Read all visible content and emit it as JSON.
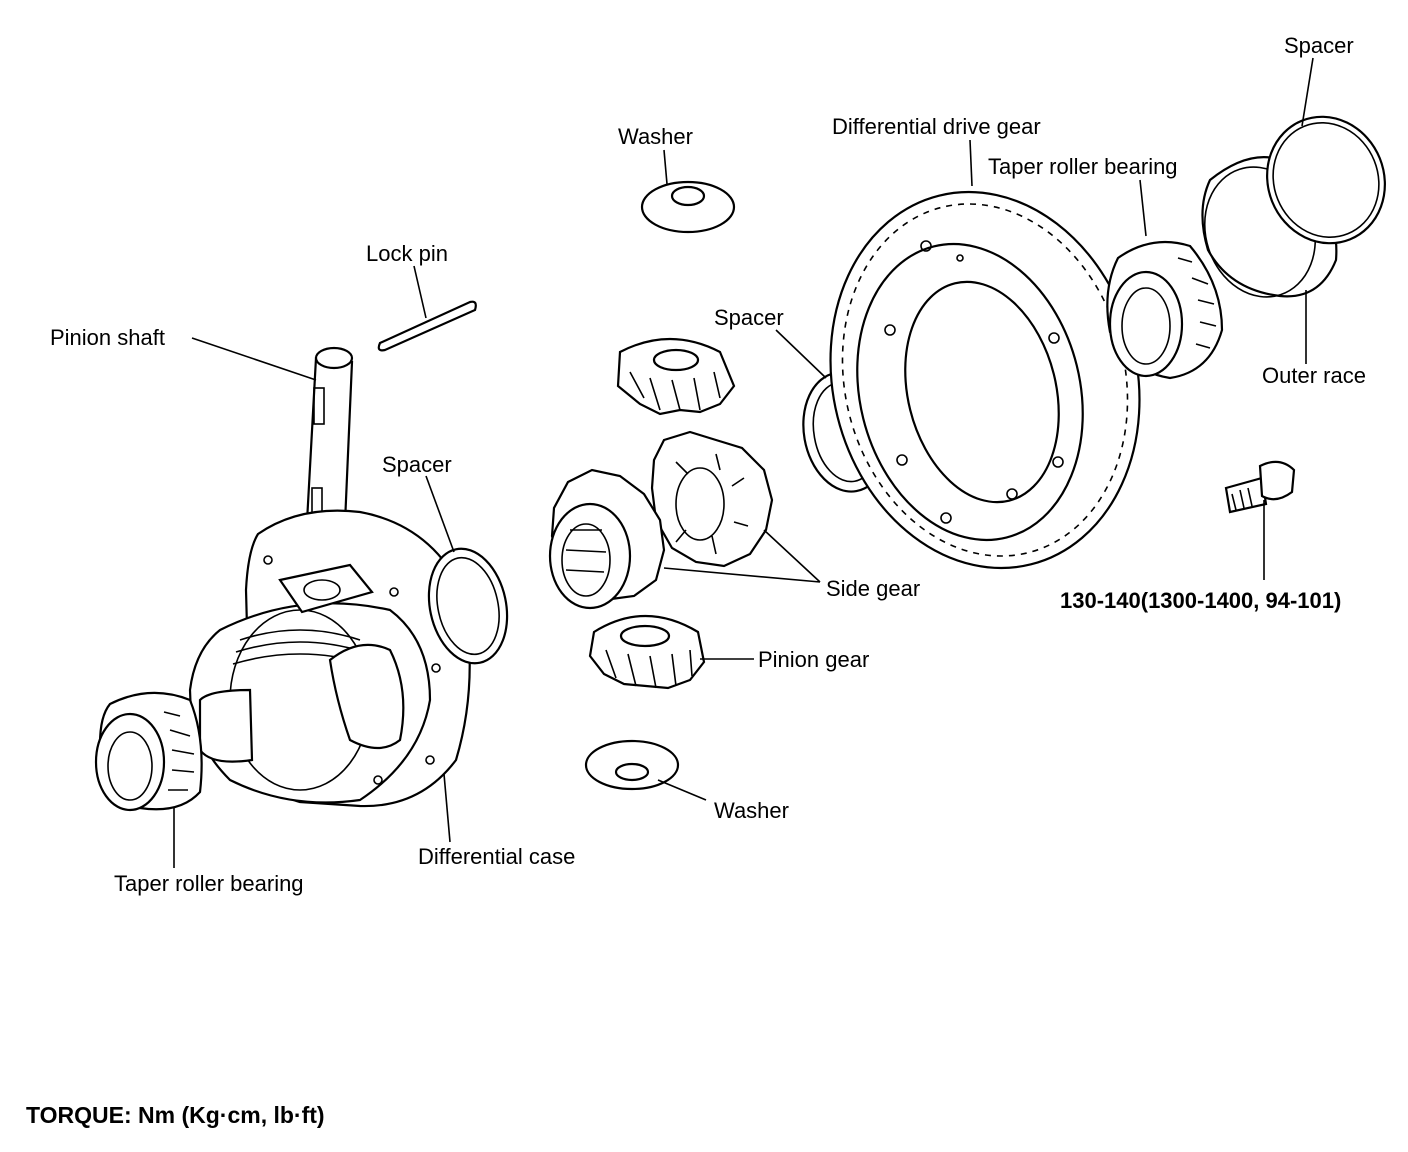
{
  "labels": {
    "spacer_top_right": "Spacer",
    "differential_drive_gear": "Differential drive gear",
    "washer_top": "Washer",
    "taper_roller_bearing_right": "Taper roller bearing",
    "lock_pin": "Lock pin",
    "spacer_middle": "Spacer",
    "pinion_shaft": "Pinion shaft",
    "outer_race": "Outer race",
    "spacer_case": "Spacer",
    "side_gear": "Side gear",
    "pinion_gear": "Pinion gear",
    "washer_bottom": "Washer",
    "differential_case": "Differential case",
    "taper_roller_bearing_left": "Taper roller bearing"
  },
  "bolt_torque": "130-140(1300-1400, 94-101)",
  "torque_note": "TORQUE: Nm (Kg·cm, lb·ft)"
}
